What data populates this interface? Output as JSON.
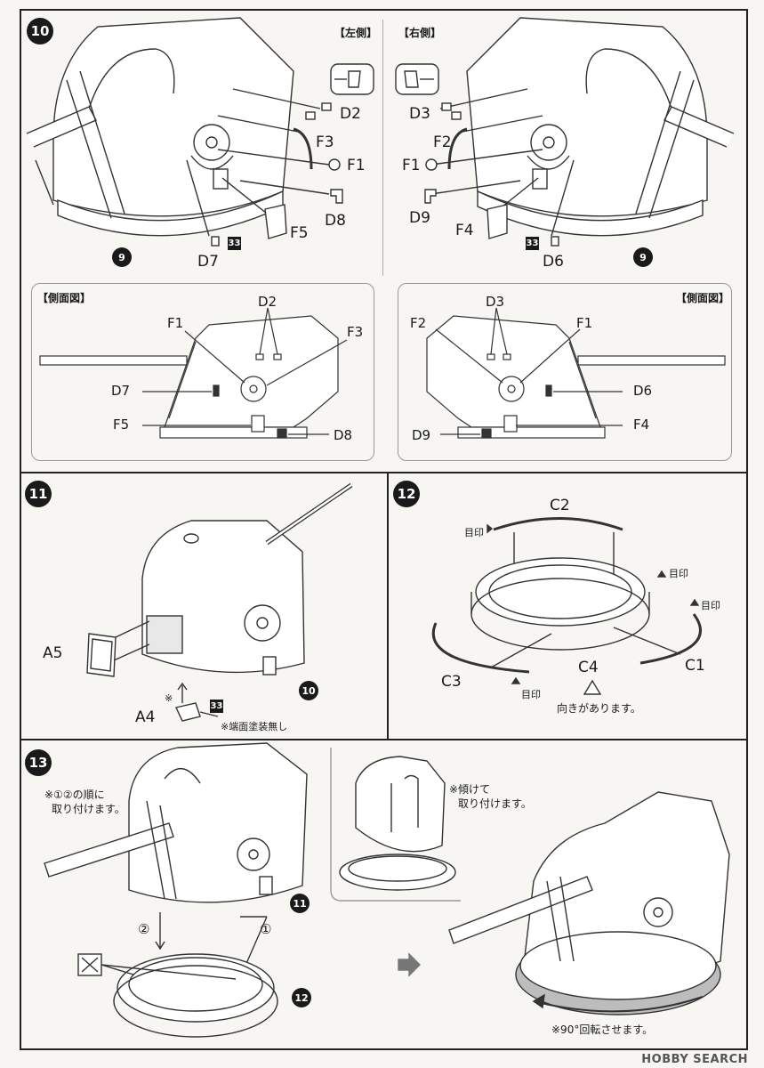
{
  "steps": {
    "s10": {
      "number": "10",
      "left_side_label": "【左側】",
      "right_side_label": "【右側】",
      "ref_number": "9",
      "ref_33": "33",
      "left_parts": {
        "d2": "D2",
        "f3": "F3",
        "f1": "F1",
        "d8": "D8",
        "f5": "F5",
        "d7": "D7"
      },
      "right_parts": {
        "d3": "D3",
        "f2": "F2",
        "f1": "F1",
        "d9": "D9",
        "f4": "F4",
        "d6": "D6"
      },
      "left_side_view": {
        "title": "【側面図】",
        "labels": {
          "d2": "D2",
          "f1": "F1",
          "f3": "F3",
          "d7": "D7",
          "f5": "F5",
          "d8": "D8"
        }
      },
      "right_side_view": {
        "title": "【側面図】",
        "labels": {
          "d3": "D3",
          "f2": "F2",
          "f1": "F1",
          "d6": "D6",
          "d9": "D9",
          "f4": "F4"
        }
      }
    },
    "s11": {
      "number": "11",
      "part_a5": "A5",
      "part_a4": "A4",
      "asterisk": "※",
      "ref_33": "33",
      "note": "※端面塗装無し",
      "ref_number": "10"
    },
    "s12": {
      "number": "12",
      "c2": "C2",
      "c3": "C3",
      "c4": "C4",
      "c1": "C1",
      "mark_label": "目印",
      "warning": "向きがあります。"
    },
    "s13": {
      "number": "13",
      "order_note_line1": "※①②の順に",
      "order_note_line2": "取り付けます。",
      "tilt_note_line1": "※傾けて",
      "tilt_note_line2": "取り付けます。",
      "circle_1": "①",
      "circle_2": "②",
      "ref_11": "11",
      "ref_12": "12",
      "rotate_note": "※90°回転させます。"
    }
  },
  "watermark": "HOBBY SEARCH"
}
